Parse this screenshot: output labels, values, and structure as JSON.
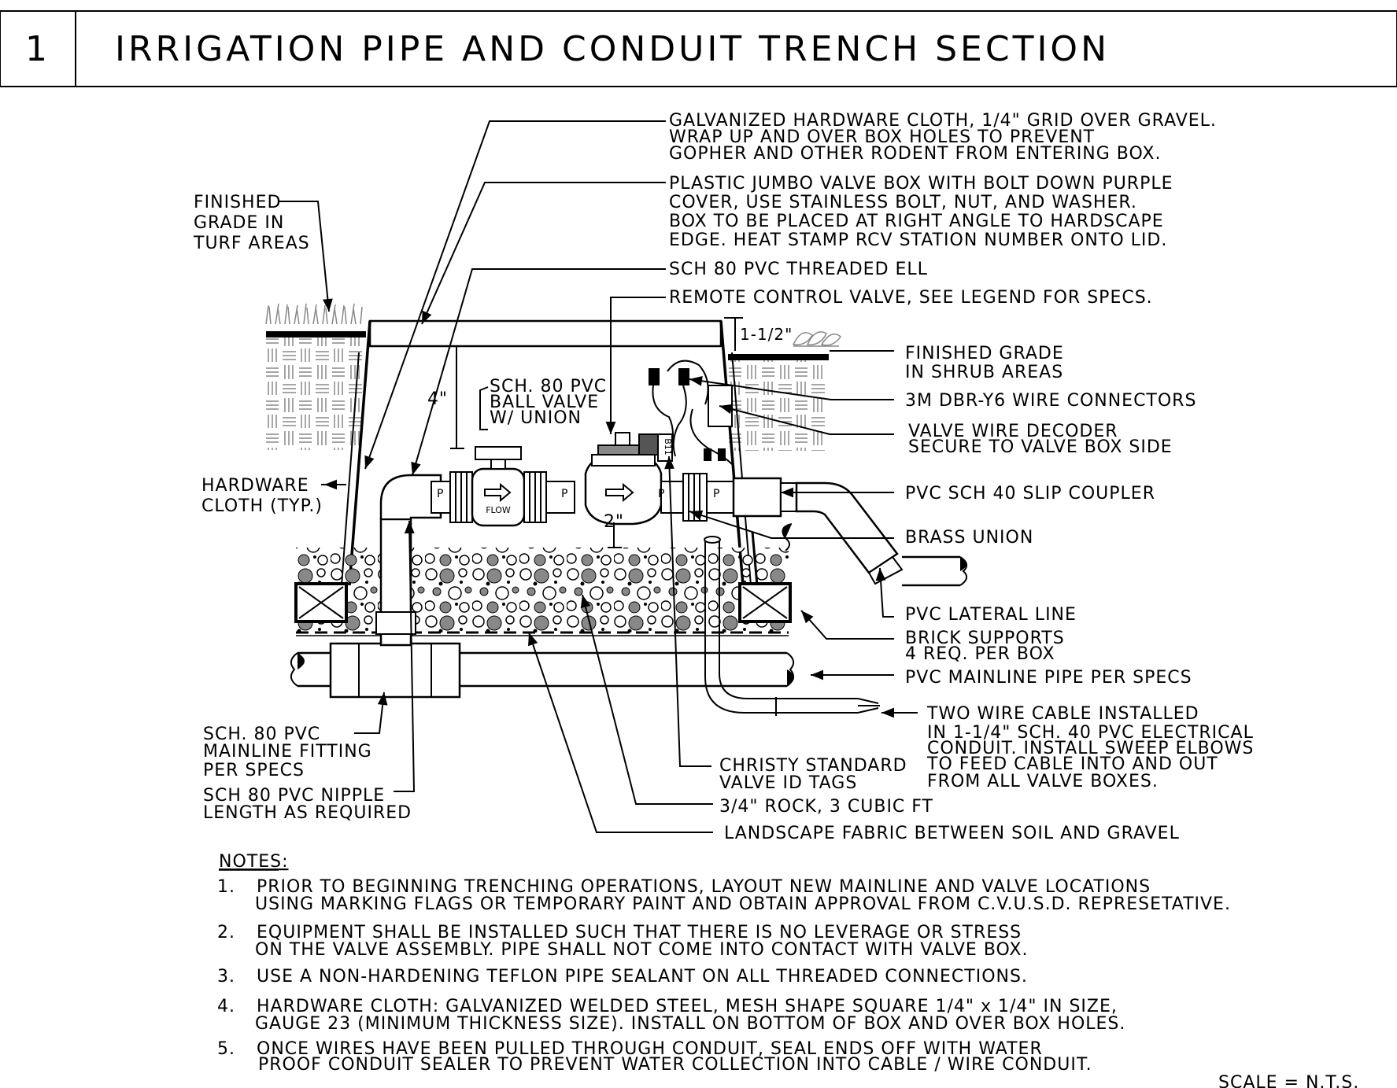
{
  "header": {
    "detail_number": "1",
    "title": "IRRIGATION PIPE AND CONDUIT TRENCH SECTION"
  },
  "callouts_right": [
    "GALVANIZED HARDWARE CLOTH, 1/4\" GRID OVER GRAVEL.",
    "WRAP UP AND OVER BOX HOLES TO PREVENT",
    "GOPHER AND OTHER RODENT FROM ENTERING BOX.",
    "PLASTIC JUMBO VALVE BOX WITH BOLT DOWN PURPLE",
    "COVER, USE STAINLESS BOLT, NUT, AND WASHER.",
    "BOX TO BE PLACED AT RIGHT ANGLE TO HARDSCAPE",
    "EDGE.  HEAT STAMP RCV STATION NUMBER ONTO LID.",
    "SCH 80 PVC THREADED ELL",
    "REMOTE CONTROL VALVE, SEE LEGEND FOR SPECS.",
    "FINISHED GRADE",
    "IN SHRUB AREAS",
    "3M DBR-Y6 WIRE CONNECTORS",
    "VALVE WIRE DECODER",
    "SECURE TO VALVE BOX SIDE",
    "PVC SCH 40 SLIP COUPLER",
    "BRASS UNION",
    "PVC LATERAL LINE",
    "BRICK SUPPORTS",
    "4 REQ. PER BOX",
    "PVC MAINLINE PIPE PER SPECS",
    "TWO WIRE CABLE INSTALLED",
    "IN 1-1/4\" SCH. 40 PVC ELECTRICAL",
    "CONDUIT.  INSTALL SWEEP ELBOWS",
    "TO FEED CABLE INTO AND OUT",
    "FROM ALL VALVE BOXES."
  ],
  "callouts_left": [
    "FINISHED",
    "GRADE IN",
    "TURF AREAS",
    "HARDWARE",
    "CLOTH (TYP.)",
    "SCH. 80 PVC",
    "MAINLINE FITTING",
    "PER SPECS",
    "SCH 80 PVC NIPPLE",
    "LENGTH AS REQUIRED"
  ],
  "callouts_bottom": [
    "CHRISTY STANDARD",
    "VALVE ID TAGS",
    "3/4\" ROCK, 3 CUBIC FT",
    "LANDSCAPE FABRIC BETWEEN SOIL AND GRAVEL"
  ],
  "inline_labels": {
    "ball_valve_1": "SCH. 80 PVC",
    "ball_valve_2": "BALL VALVE",
    "ball_valve_3": "W/ UNION",
    "dim_4in": "4\"",
    "dim_2in": "2\"",
    "dim_1_5in": "1-1/2\"",
    "flow": "FLOW",
    "p": "P",
    "tag": "B11"
  },
  "notes": {
    "heading": "NOTES:",
    "items": [
      {
        "num": "1.",
        "lines": [
          "PRIOR TO BEGINNING TRENCHING OPERATIONS, LAYOUT NEW MAINLINE AND VALVE LOCATIONS",
          "USING MARKING FLAGS OR TEMPORARY PAINT AND OBTAIN APPROVAL FROM C.V.U.S.D. REPRESETATIVE."
        ]
      },
      {
        "num": "2.",
        "lines": [
          "EQUIPMENT SHALL BE INSTALLED SUCH THAT THERE IS NO LEVERAGE OR STRESS",
          "ON THE VALVE ASSEMBLY.  PIPE SHALL NOT COME INTO CONTACT WITH VALVE BOX."
        ]
      },
      {
        "num": "3.",
        "lines": [
          "USE A NON-HARDENING TEFLON PIPE SEALANT ON ALL THREADED CONNECTIONS."
        ]
      },
      {
        "num": "4.",
        "lines": [
          "HARDWARE CLOTH: GALVANIZED WELDED STEEL, MESH SHAPE SQUARE 1/4\" x 1/4\" IN SIZE,",
          "GAUGE 23 (MINIMUM THICKNESS SIZE).  INSTALL ON BOTTOM OF BOX AND OVER BOX HOLES."
        ]
      },
      {
        "num": "5.",
        "lines": [
          "ONCE WIRES HAVE BEEN PULLED THROUGH CONDUIT, SEAL ENDS OFF WITH WATER",
          "PROOF CONDUIT SEALER TO PREVENT WATER COLLECTION INTO CABLE / WIRE CONDUIT."
        ]
      }
    ]
  },
  "scale": "SCALE = N.T.S."
}
